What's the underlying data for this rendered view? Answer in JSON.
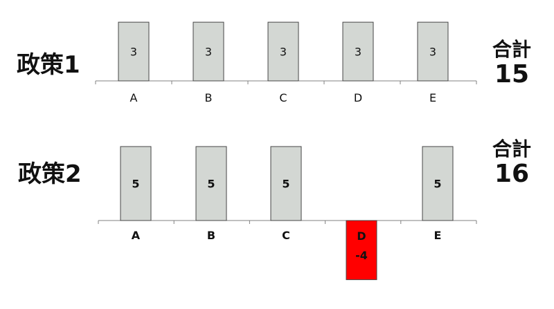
{
  "chart_data": [
    {
      "type": "bar",
      "title": "政策1",
      "categories": [
        "A",
        "B",
        "C",
        "D",
        "E"
      ],
      "values": [
        3,
        3,
        3,
        3,
        3
      ],
      "data_labels": [
        "3",
        "3",
        "3",
        "3",
        "3"
      ],
      "total_label": "合計",
      "total_value": "15",
      "colors": {
        "positive": "#d3d7d3",
        "negative": "#ff0000",
        "axis": "#808080"
      },
      "grid": false
    },
    {
      "type": "bar",
      "title": "政策2",
      "categories": [
        "A",
        "B",
        "C",
        "D",
        "E"
      ],
      "values": [
        5,
        5,
        5,
        -4,
        5
      ],
      "data_labels": [
        "5",
        "5",
        "5",
        "-4",
        "5"
      ],
      "total_label": "合計",
      "total_value": "16",
      "colors": {
        "positive": "#d3d7d3",
        "negative": "#ff0000",
        "axis": "#808080"
      },
      "grid": false
    }
  ]
}
